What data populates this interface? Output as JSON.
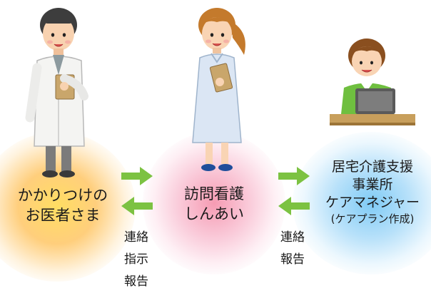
{
  "nodes": {
    "doctor": {
      "line1": "かかりつけの",
      "line2": "お医者さま"
    },
    "nurse": {
      "line1": "訪問看護",
      "line2": "しんあい"
    },
    "care_manager": {
      "line1": "居宅介護支援",
      "line2": "事業所",
      "line3": "ケアマネジャー",
      "line4": "(ケアプラン作成)"
    }
  },
  "links": {
    "left": {
      "line1": "連絡",
      "line2": "指示",
      "line3": "報告"
    },
    "right": {
      "line1": "連絡",
      "line2": "報告"
    }
  },
  "colors": {
    "arrow": "#7cc242",
    "doctor_glow": "#ffc24d",
    "nurse_glow": "#f590ae",
    "care_glow": "#78c8f5"
  },
  "icons": [
    "doctor-icon",
    "nurse-icon",
    "care-manager-icon",
    "arrow-right-icon",
    "arrow-left-icon"
  ]
}
